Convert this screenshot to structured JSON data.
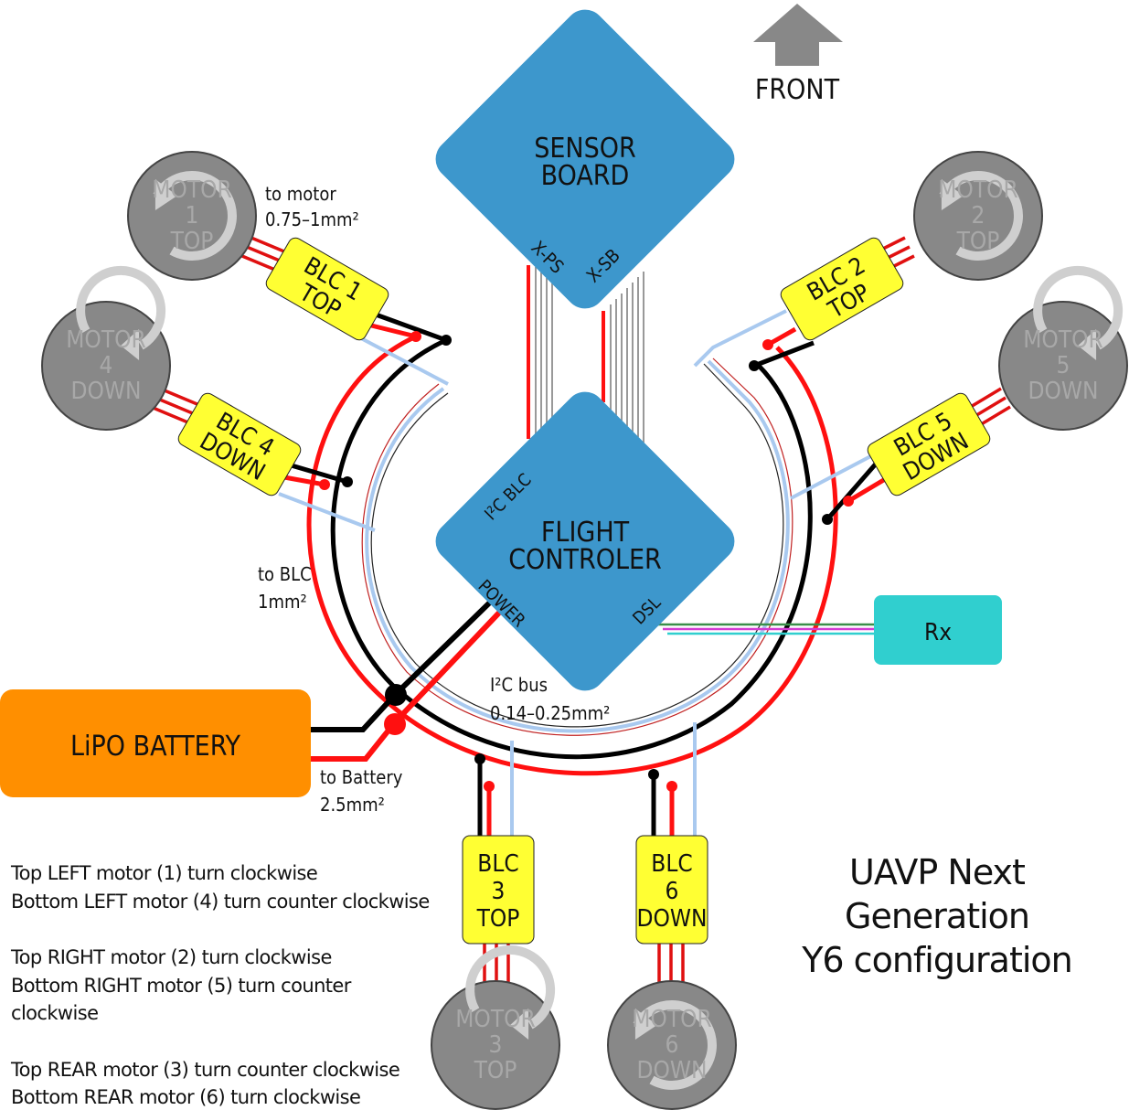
{
  "front_label": "FRONT",
  "sensor_board": {
    "line1": "SENSOR",
    "line2": "BOARD",
    "port_xps": "X-PS",
    "port_xsb": "X-SB"
  },
  "flight_controller": {
    "line1": "FLIGHT",
    "line2": "CONTROLER",
    "port_i2c": "I²C BLC",
    "port_power": "POWER",
    "port_dsl": "DSL"
  },
  "receiver": "Rx",
  "battery": "LiPO BATTERY",
  "wire_labels": {
    "to_motor_1": "to motor",
    "to_motor_2": "0.75–1mm²",
    "to_blc_1": "to BLC",
    "to_blc_2": "1mm²",
    "i2c_1": "I²C bus",
    "i2c_2": "0.14–0.25mm²",
    "to_battery_1": "to Battery",
    "to_battery_2": "2.5mm²"
  },
  "blcs": [
    {
      "id": "blc1",
      "lines": [
        "BLC 1",
        "TOP"
      ]
    },
    {
      "id": "blc2",
      "lines": [
        "BLC 2",
        "TOP"
      ]
    },
    {
      "id": "blc4",
      "lines": [
        "BLC 4",
        "DOWN"
      ]
    },
    {
      "id": "blc5",
      "lines": [
        "BLC 5",
        "DOWN"
      ]
    },
    {
      "id": "blc3",
      "lines": [
        "BLC",
        "3",
        "TOP"
      ]
    },
    {
      "id": "blc6",
      "lines": [
        "BLC",
        "6",
        "DOWN"
      ]
    }
  ],
  "motors": [
    {
      "id": "m1",
      "lines": [
        "MOTOR",
        "1",
        "TOP"
      ],
      "rotation": "clockwise"
    },
    {
      "id": "m2",
      "lines": [
        "MOTOR",
        "2",
        "TOP"
      ],
      "rotation": "clockwise"
    },
    {
      "id": "m4",
      "lines": [
        "MOTOR",
        "4",
        "DOWN"
      ],
      "rotation": "counter clockwise"
    },
    {
      "id": "m5",
      "lines": [
        "MOTOR",
        "5",
        "DOWN"
      ],
      "rotation": "counter clockwise"
    },
    {
      "id": "m3",
      "lines": [
        "MOTOR",
        "3",
        "TOP"
      ],
      "rotation": "counter clockwise"
    },
    {
      "id": "m6",
      "lines": [
        "MOTOR",
        "6",
        "DOWN"
      ],
      "rotation": "clockwise"
    }
  ],
  "notes": [
    "Top LEFT motor (1) turn clockwise",
    "Bottom LEFT motor (4) turn counter clockwise",
    "",
    "Top RIGHT motor (2) turn clockwise",
    "Bottom RIGHT motor (5) turn counter clockwise",
    "",
    "Top REAR motor (3) turn counter clockwise",
    "Bottom REAR motor (6) turn clockwise"
  ],
  "title_line1": "UAVP Next Generation",
  "title_line2": "Y6 configuration",
  "colors": {
    "board": "#3d97cc",
    "blc": "#ffff33",
    "battery": "#ff8f00",
    "rx": "#30cfcf",
    "motor": "#888888",
    "wire_red": "#ff1010",
    "wire_black": "#000000",
    "wire_blue": "#a9c9ef",
    "wire_grey": "#999999"
  }
}
